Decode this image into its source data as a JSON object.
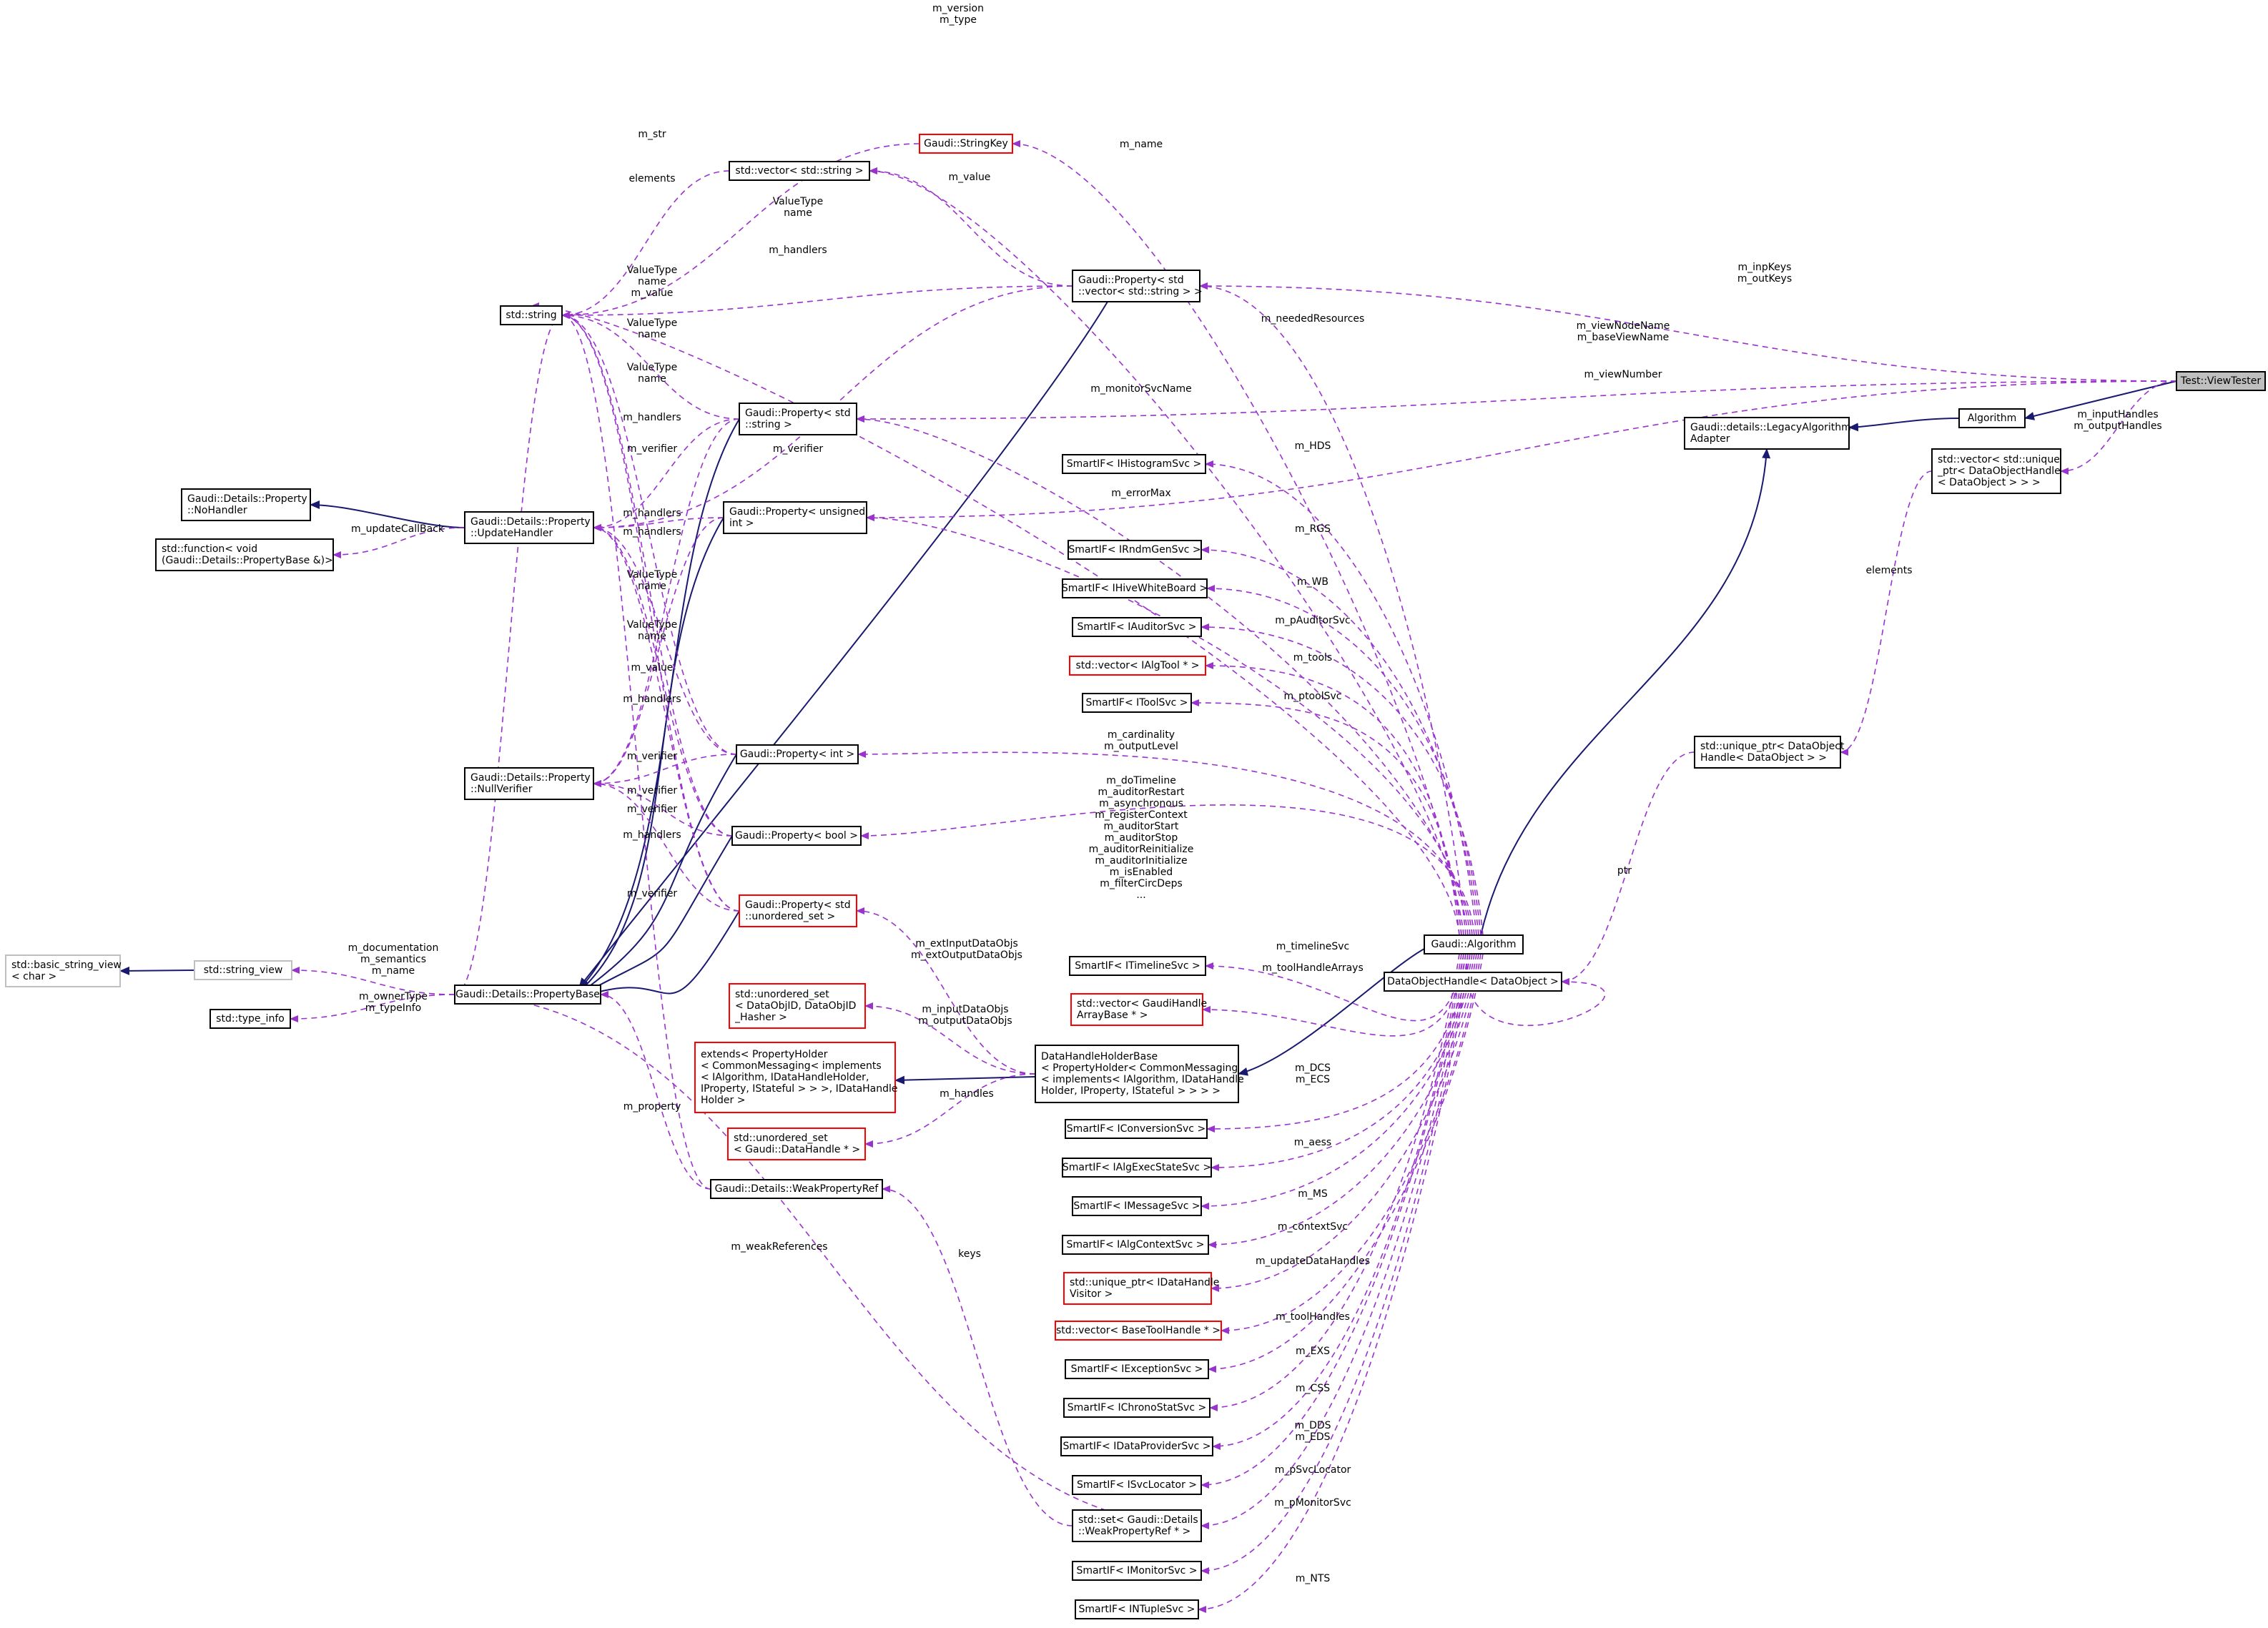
{
  "diagram": {
    "type": "collaboration-graph",
    "colors": {
      "member_edge": "#9a32cd",
      "inheritance_edge": "#191970",
      "node_border": "#000000",
      "undocumented_border": "#ff0000",
      "external_border": "#bfbfbf",
      "focus_fill": "#bfbfbf"
    },
    "nodes": {
      "test_viewtester": [
        "Test::ViewTester"
      ],
      "algorithm": [
        "Algorithm"
      ],
      "legacy_adapter": [
        "Gaudi::details::LegacyAlgorithm",
        "Adapter"
      ],
      "gaudi_algorithm": [
        "Gaudi::Algorithm"
      ],
      "vec_unique_ptr_doh": [
        "std::vector< std::unique",
        "_ptr< DataObjectHandle",
        "< DataObject > > >"
      ],
      "unique_ptr_doh": [
        "std::unique_ptr< DataObject",
        "Handle< DataObject > >"
      ],
      "dataobjecthandle": [
        "DataObjectHandle< DataObject >"
      ],
      "property_vec_string": [
        "Gaudi::Property< std",
        "::vector< std::string > >"
      ],
      "stringkey": [
        "Gaudi::StringKey"
      ],
      "vec_string": [
        "std::vector< std::string >"
      ],
      "std_string": [
        "std::string"
      ],
      "property_string": [
        "Gaudi::Property< std",
        "::string >"
      ],
      "property_unsigned": [
        "Gaudi::Property< unsigned",
        " int >"
      ],
      "property_int": [
        "Gaudi::Property< int >"
      ],
      "property_bool": [
        "Gaudi::Property< bool >"
      ],
      "property_unordered_set": [
        "Gaudi::Property< std",
        "::unordered_set >"
      ],
      "nohandler": [
        "Gaudi::Details::Property",
        "::NoHandler"
      ],
      "std_function": [
        "std::function< void",
        "(Gaudi::Details::PropertyBase &)>"
      ],
      "updatehandler": [
        "Gaudi::Details::Property",
        "::UpdateHandler"
      ],
      "nullverifier": [
        "Gaudi::Details::Property",
        "::NullVerifier"
      ],
      "propertybase": [
        "Gaudi::Details::PropertyBase"
      ],
      "basic_string_view": [
        "std::basic_string_view",
        "< char >"
      ],
      "string_view": [
        "std::string_view"
      ],
      "type_info": [
        "std::type_info"
      ],
      "smartif_histogram": [
        "SmartIF< IHistogramSvc >"
      ],
      "smartif_rndmgen": [
        "SmartIF< IRndmGenSvc >"
      ],
      "smartif_hivewb": [
        "SmartIF< IHiveWhiteBoard >"
      ],
      "smartif_auditor": [
        "SmartIF< IAuditorSvc >"
      ],
      "vec_ialgtool": [
        "std::vector< IAlgTool * >"
      ],
      "smartif_tool": [
        "SmartIF< IToolSvc >"
      ],
      "smartif_timeline": [
        "SmartIF< ITimelineSvc >"
      ],
      "vec_gaudihandlearray": [
        "std::vector< GaudiHandle",
        "ArrayBase * >"
      ],
      "unordered_set_dataobjid": [
        "std::unordered_set",
        "< DataObjID, DataObjID",
        "_Hasher >"
      ],
      "extends_holder": [
        "extends< PropertyHolder",
        "< CommonMessaging< implements",
        "< IAlgorithm, IDataHandleHolder,",
        " IProperty, IStateful > > >, IDataHandle",
        "Holder >"
      ],
      "datahandleholderbase": [
        "DataHandleHolderBase",
        "< PropertyHolder< CommonMessaging",
        "< implements< IAlgorithm, IDataHandle",
        "Holder, IProperty, IStateful > > > >"
      ],
      "unordered_set_datahandle": [
        "std::unordered_set",
        "< Gaudi::DataHandle * >"
      ],
      "weakpropertyref": [
        "Gaudi::Details::WeakPropertyRef"
      ],
      "smartif_conversion": [
        "SmartIF< IConversionSvc >"
      ],
      "smartif_algexecstate": [
        "SmartIF< IAlgExecStateSvc >"
      ],
      "smartif_message": [
        "SmartIF< IMessageSvc >"
      ],
      "smartif_algcontext": [
        "SmartIF< IAlgContextSvc >"
      ],
      "unique_ptr_visitor": [
        "std::unique_ptr< IDataHandle",
        "Visitor >"
      ],
      "vec_basetoolhandle": [
        "std::vector< BaseToolHandle * >"
      ],
      "smartif_exception": [
        "SmartIF< IExceptionSvc >"
      ],
      "smartif_chronostat": [
        "SmartIF< IChronoStatSvc >"
      ],
      "smartif_dataprovider": [
        "SmartIF< IDataProviderSvc >"
      ],
      "smartif_svclocator": [
        "SmartIF< ISvcLocator >"
      ],
      "set_weakpropertyref": [
        "std::set< Gaudi::Details",
        "::WeakPropertyRef * >"
      ],
      "smartif_monitor": [
        "SmartIF< IMonitorSvc >"
      ],
      "smartif_ntuple": [
        "SmartIF< INTupleSvc >"
      ]
    },
    "edge_labels": {
      "m_version_type": [
        "m_version",
        "m_type"
      ],
      "m_str": [
        "m_str"
      ],
      "m_name": [
        "m_name"
      ],
      "elements_vs": [
        "elements"
      ],
      "m_value_vs": [
        "m_value"
      ],
      "valuetype_name_1": [
        "ValueType",
        "name"
      ],
      "m_handlers_1": [
        "m_handlers"
      ],
      "vt_name_mvalue": [
        "ValueType",
        "name",
        "m_value"
      ],
      "valuetype_name_2": [
        "ValueType",
        "name"
      ],
      "valuetype_name_3": [
        "ValueType",
        "name"
      ],
      "m_handlers_2": [
        "m_handlers"
      ],
      "m_verifier_1": [
        "m_verifier"
      ],
      "m_verifier_2": [
        "m_verifier"
      ],
      "m_handlers_3": [
        "m_handlers"
      ],
      "m_handlers_4": [
        "m_handlers"
      ],
      "valuetype_name_4": [
        "ValueType",
        "name"
      ],
      "valuetype_name_5": [
        "ValueType",
        "name"
      ],
      "m_value_2": [
        "m_value"
      ],
      "m_handlers_5": [
        "m_handlers"
      ],
      "m_verifier_3": [
        "m_verifier"
      ],
      "m_verifier_4": [
        "m_verifier"
      ],
      "m_verifier_5": [
        "m_verifier"
      ],
      "m_handlers_6": [
        "m_handlers"
      ],
      "m_verifier_6": [
        "m_verifier"
      ],
      "m_updatecallback": [
        "m_updateCallBack"
      ],
      "m_doc_sem_name": [
        "m_documentation",
        "m_semantics",
        "m_name"
      ],
      "m_ownertype_typeinfo": [
        "m_ownerType",
        "m_typeInfo"
      ],
      "m_property": [
        "m_property"
      ],
      "m_weakreferences": [
        "m_weakReferences"
      ],
      "keys": [
        "keys"
      ],
      "m_inpkeys_outkeys": [
        "m_inpKeys",
        "m_outKeys"
      ],
      "m_viewnodename": [
        "m_viewNodeName",
        "m_baseViewName"
      ],
      "m_viewnumber": [
        "m_viewNumber"
      ],
      "m_inputhandles": [
        "m_inputHandles",
        "m_outputHandles"
      ],
      "elements_doh": [
        "elements"
      ],
      "ptr": [
        "ptr"
      ],
      "m_neededresources": [
        "m_neededResources"
      ],
      "m_monitorsvcname": [
        "m_monitorSvcName"
      ],
      "m_hds": [
        "m_HDS"
      ],
      "m_errormax": [
        "m_errorMax"
      ],
      "m_rgs": [
        "m_RGS"
      ],
      "m_wb": [
        "m_WB"
      ],
      "m_pauditorsvc": [
        "m_pAuditorSvc"
      ],
      "m_tools": [
        "m_tools"
      ],
      "m_ptoolsvc": [
        "m_ptoolSvc"
      ],
      "m_cardinality": [
        "m_cardinality",
        "m_outputLevel"
      ],
      "m_bool_list": [
        "m_doTimeline",
        "m_auditorRestart",
        "m_asynchronous",
        "m_registerContext",
        "m_auditorStart",
        "m_auditorStop",
        "m_auditorReinitialize",
        "m_auditorInitialize",
        "m_isEnabled",
        "m_filterCircDeps",
        "..."
      ],
      "m_extinputdataobjs": [
        "m_extInputDataObjs",
        "m_extOutputDataObjs"
      ],
      "m_timelinesvc": [
        "m_timelineSvc"
      ],
      "m_toolhandlearrays": [
        "m_toolHandleArrays"
      ],
      "m_inputdataobjs": [
        "m_inputDataObjs",
        "m_outputDataObjs"
      ],
      "m_handles": [
        "m_handles"
      ],
      "m_dcs_ecs": [
        "m_DCS",
        "m_ECS"
      ],
      "m_aess": [
        "m_aess"
      ],
      "m_ms": [
        "m_MS"
      ],
      "m_contextsvc": [
        "m_contextSvc"
      ],
      "m_updatedatahandles": [
        "m_updateDataHandles"
      ],
      "m_toolhandles": [
        "m_toolHandles"
      ],
      "m_exs": [
        "m_EXS"
      ],
      "m_css": [
        "m_CSS"
      ],
      "m_dds_eds": [
        "m_DDS",
        "m_EDS"
      ],
      "m_psvclocator": [
        "m_pSvcLocator"
      ],
      "m_pmonitorsvc": [
        "m_pMonitorSvc"
      ],
      "m_nts": [
        "m_NTS"
      ]
    }
  }
}
